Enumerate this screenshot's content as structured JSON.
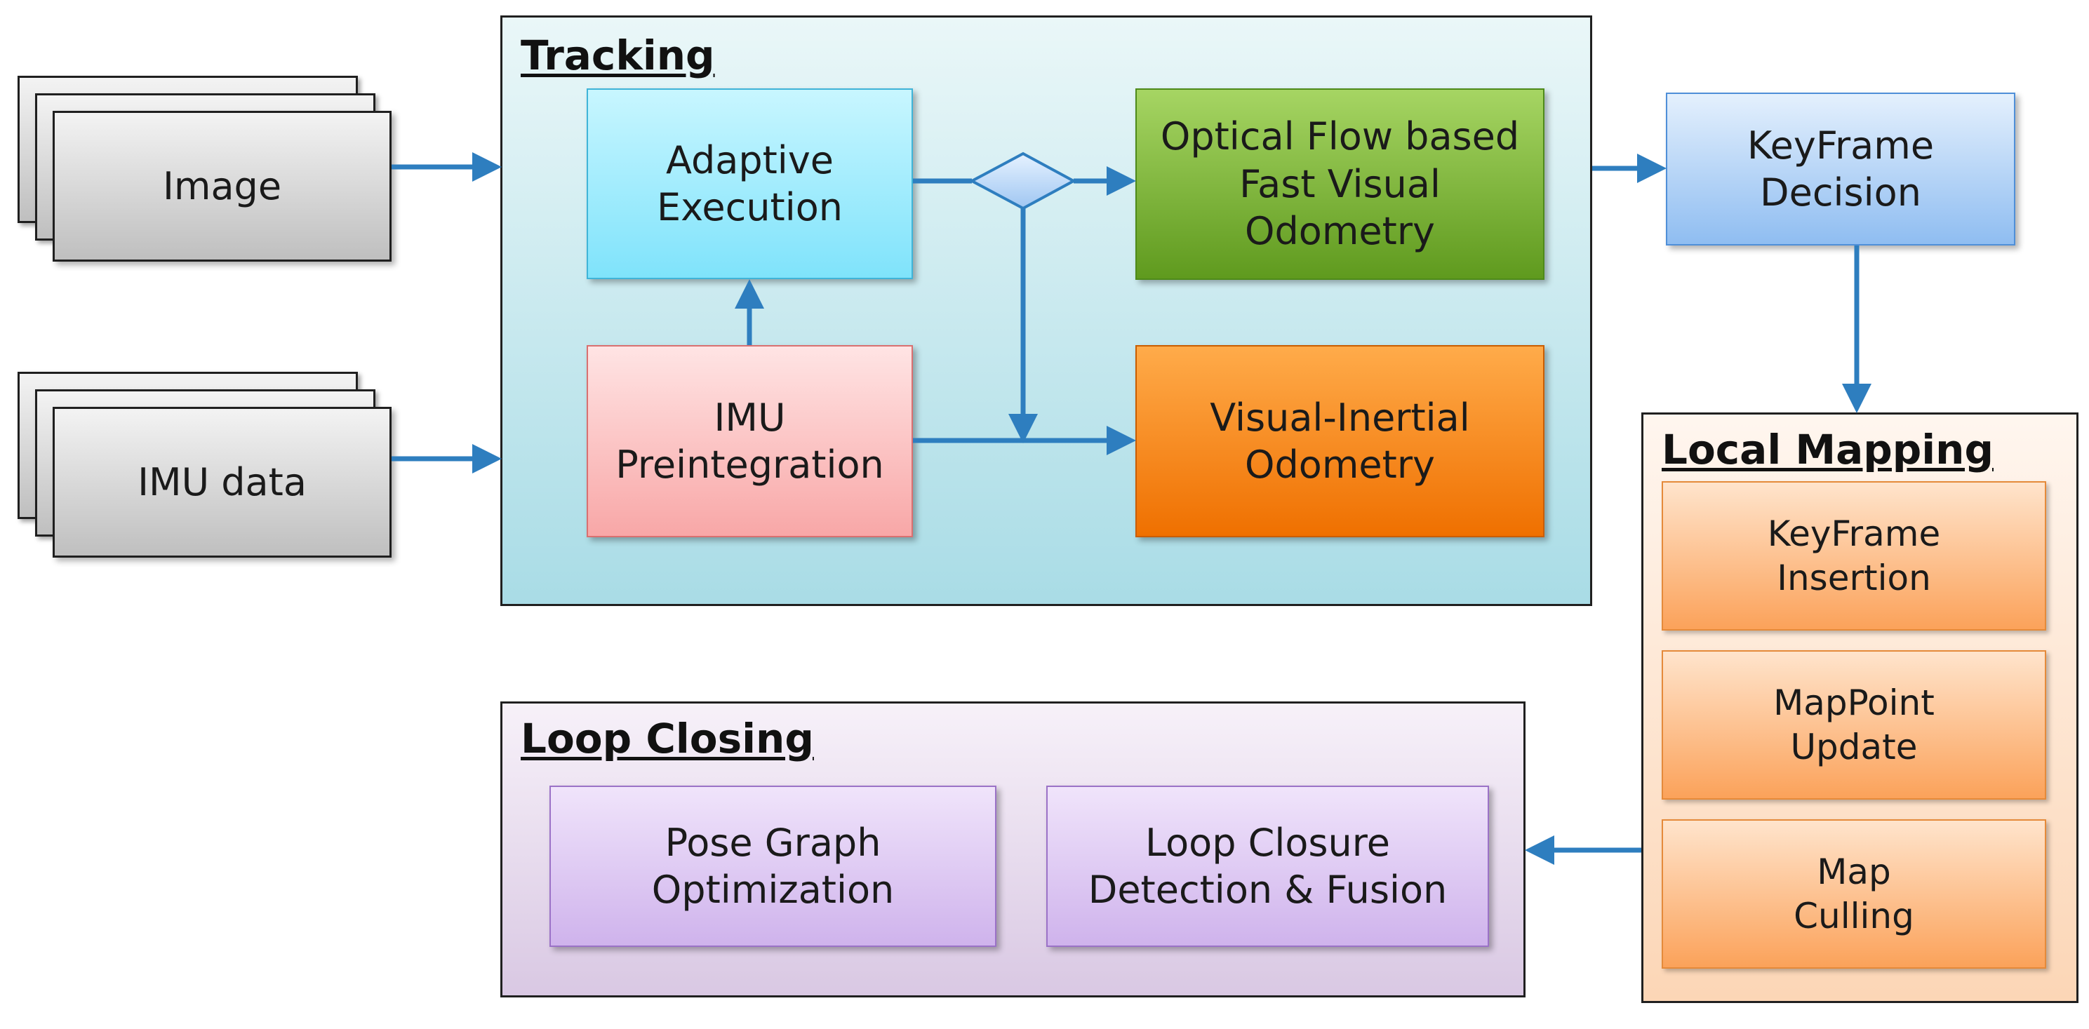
{
  "inputs": {
    "image": "Image",
    "imu": "IMU data"
  },
  "tracking": {
    "title": "Tracking",
    "adaptive_execution": "Adaptive\nExecution",
    "imu_preintegration": "IMU\nPreintegration",
    "optical_flow_vo": "Optical Flow based\nFast Visual\nOdometry",
    "vio": "Visual-Inertial\nOdometry"
  },
  "keyframe_decision": "KeyFrame\nDecision",
  "local_mapping": {
    "title": "Local Mapping",
    "items": [
      "KeyFrame\nInsertion",
      "MapPoint\nUpdate",
      "Map\nCulling"
    ]
  },
  "loop_closing": {
    "title": "Loop Closing",
    "pose_graph": "Pose Graph\nOptimization",
    "loop_closure": "Loop Closure\nDetection & Fusion"
  },
  "colors": {
    "arrow": "#2e7ebf",
    "tracking_bg": "#d6eef1",
    "adaptive": "#9eeafb",
    "imu_pre": "#fbb4b4",
    "optical": "#74b22f",
    "vio": "#f57c10",
    "keyframe": "#9fc7f4",
    "local_mapping_bg": "#fde6d4",
    "lm_item": "#fbb77c",
    "loop_bg": "#e9dff0",
    "loop_item": "#dcc5f0"
  }
}
